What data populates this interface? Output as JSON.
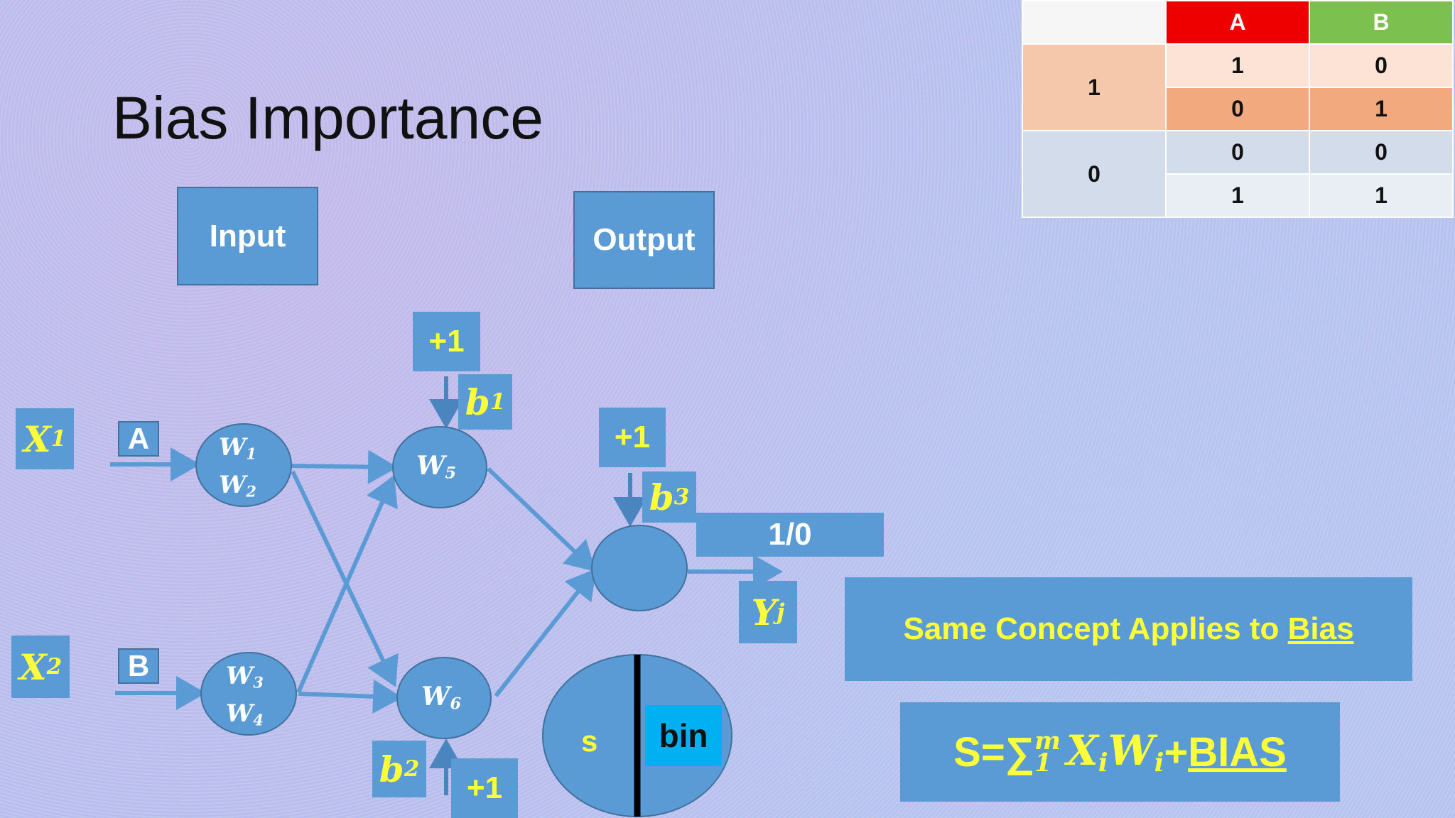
{
  "title": "Bias Importance",
  "labels": {
    "input": "Input",
    "output": "Output",
    "x1": "X",
    "x1_sub": "1",
    "x2": "X",
    "x2_sub": "2",
    "a": "A",
    "b": "B",
    "plus_top": "+1",
    "plus_mid": "+1",
    "plus_bottom": "+1",
    "b1": "b",
    "b1_sub": "1",
    "b2": "b",
    "b2_sub": "2",
    "b3": "b",
    "b3_sub": "3",
    "out_value": "1/0",
    "yj": "Y",
    "yj_sub": "j",
    "s": "s",
    "bin": "bin"
  },
  "nodes": {
    "w1": "W",
    "w1_sub": "1",
    "w2": "W",
    "w2_sub": "2",
    "w3": "W",
    "w3_sub": "3",
    "w4": "W",
    "w4_sub": "4",
    "w5": "W",
    "w5_sub": "5",
    "w6": "W",
    "w6_sub": "6"
  },
  "concept": {
    "prefix": "Same Concept Applies to ",
    "link": "Bias"
  },
  "formula": {
    "lhs": "S=",
    "sigma": "∑",
    "sup": "m",
    "sub": "1",
    "x": "X",
    "x_sub": "i",
    "w": "W",
    "w_sub": "i",
    "plus": "+",
    "bias": "BIAS"
  },
  "truth_table": {
    "headers": [
      "",
      "A",
      "B"
    ],
    "groups": [
      {
        "label": "1",
        "rows": [
          [
            "1",
            "0"
          ],
          [
            "0",
            "1"
          ]
        ]
      },
      {
        "label": "0",
        "rows": [
          [
            "0",
            "0"
          ],
          [
            "1",
            "1"
          ]
        ]
      }
    ]
  },
  "colors": {
    "box": "#5b9bd5",
    "yellow": "#ffff3a",
    "header_a": "#ee0000",
    "header_b": "#7cc04f",
    "bin_bg": "#00b0f0"
  }
}
